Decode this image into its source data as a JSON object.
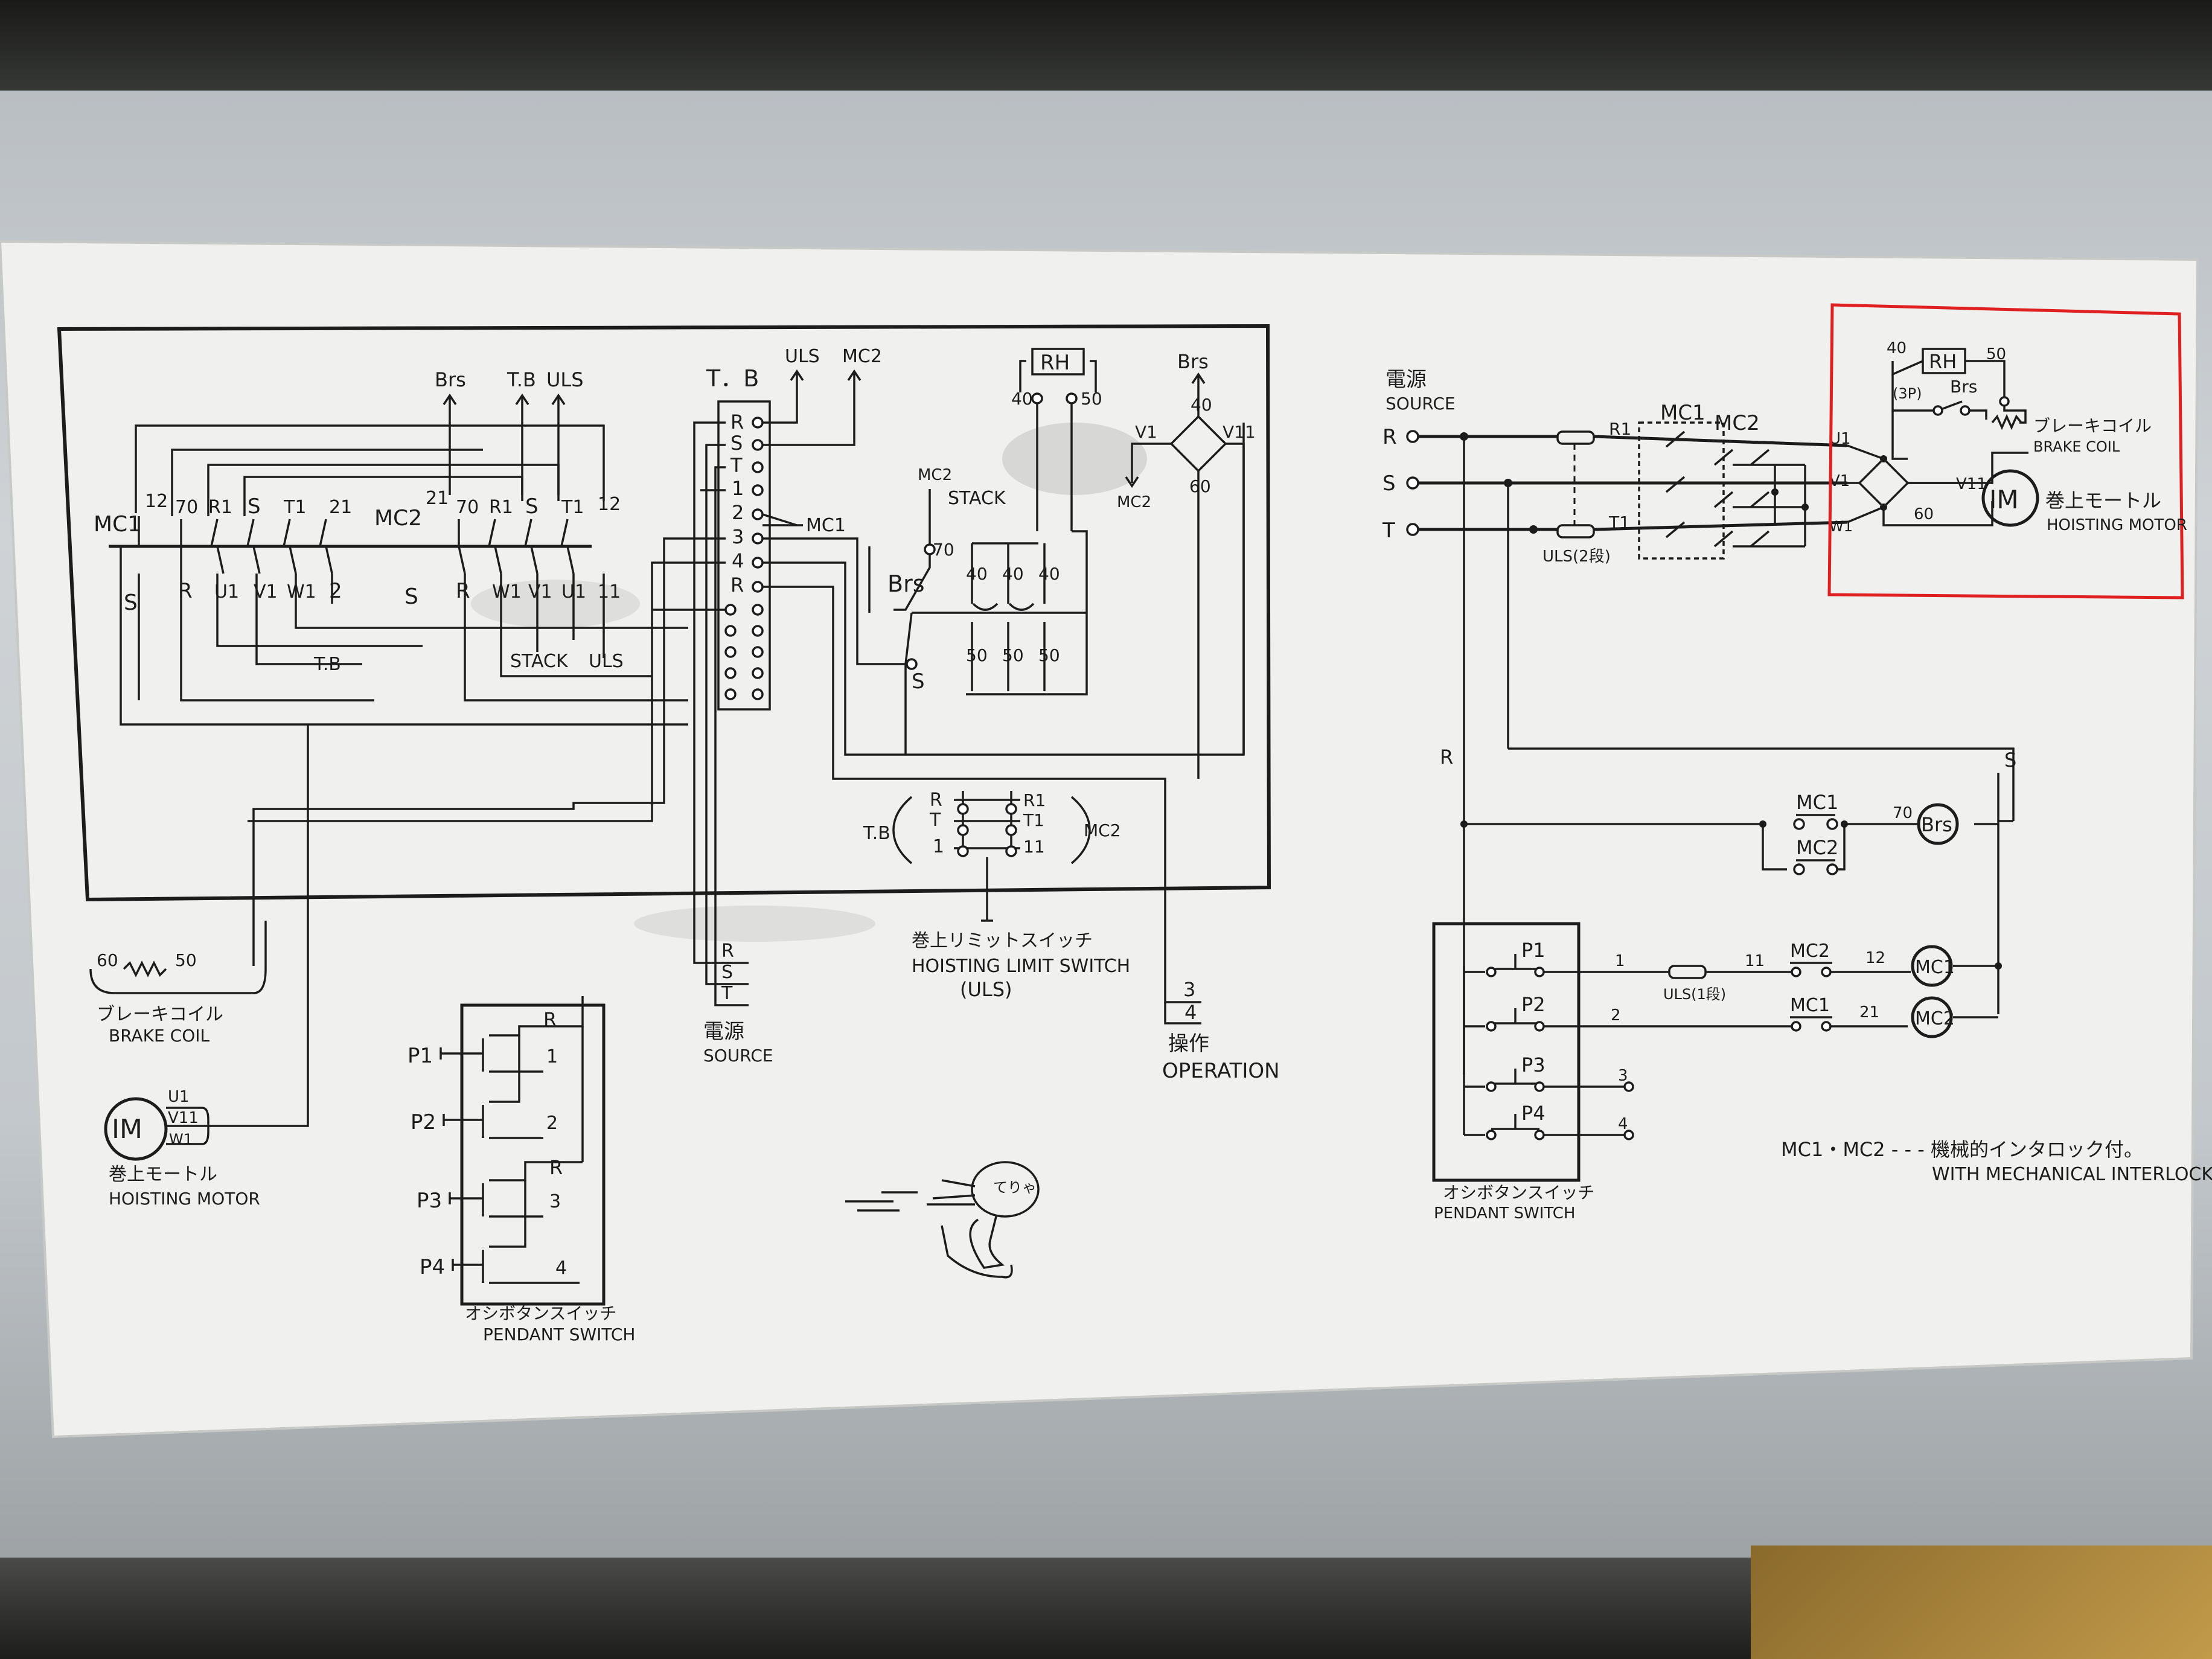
{
  "left": {
    "mc1": "MC1",
    "mc2": "MC2",
    "mc1_labels": [
      "12",
      "70",
      "R1",
      "S",
      "T1",
      "21"
    ],
    "mc1_bottom": [
      "S",
      "R",
      "U1",
      "V1",
      "W1",
      "2"
    ],
    "mc2_labels": [
      "21",
      "70",
      "R1",
      "S",
      "T1",
      "12"
    ],
    "mc2_bottom": [
      "S",
      "R",
      "W1",
      "V1",
      "U1",
      "11"
    ],
    "top_arrows": [
      "Brs",
      "T.B",
      "ULS"
    ],
    "tb_label": "T.B",
    "stack_label": "STACK",
    "uls_label": "ULS"
  },
  "tb": {
    "title": "T．B",
    "terminals": [
      "R",
      "S",
      "T",
      "1",
      "2",
      "3",
      "4",
      "R"
    ],
    "arrow_uls": "ULS",
    "arrow_mc2": "MC2",
    "arrow_mc1": "MC1"
  },
  "rh_block": {
    "rh": "RH",
    "n40": "40",
    "n50": "50",
    "mc2": "MC2",
    "stack": "STACK",
    "n70": "70",
    "brs": "Brs",
    "s": "S",
    "top": [
      "40",
      "40",
      "40"
    ],
    "bottom": [
      "50",
      "50",
      "50"
    ]
  },
  "bridge": {
    "brs": "Brs",
    "n40": "40",
    "v1": "V1",
    "v11": "V11",
    "n60": "60",
    "mc2": "MC2"
  },
  "uls_box": {
    "tb": "T.B",
    "mc2": "MC2",
    "left": [
      "R",
      "T",
      "1"
    ],
    "right": [
      "R1",
      "T1",
      "11"
    ],
    "title_jp": "巻上リミットスイッチ",
    "title_en": "HOISTING LIMIT SWITCH",
    "title_abbr": "(ULS)"
  },
  "left_bottom": {
    "brake_nums": [
      "60",
      "50"
    ],
    "brake_jp": "ブレーキコイル",
    "brake_en": "BRAKE COIL",
    "motor_im": "IM",
    "motor_terms": [
      "U1",
      "V11",
      "W1"
    ],
    "motor_jp": "巻上モートル",
    "motor_en": "HOISTING MOTOR",
    "pendant_p": [
      "P1",
      "P2",
      "P3",
      "P4"
    ],
    "pendant_nums": [
      "R",
      "1",
      "2",
      "R",
      "3",
      "4"
    ],
    "pendant_jp": "オシボタンスイッチ",
    "pendant_en": "PENDANT SWITCH",
    "source_rst": [
      "R",
      "S",
      "T"
    ],
    "source_jp": "電源",
    "source_en": "SOURCE",
    "op_nums": [
      "3",
      "4"
    ],
    "op_jp": "操作",
    "op_en": "OPERATION",
    "doodle_text": "てりゃ"
  },
  "right": {
    "source_jp": "電源",
    "source_en": "SOURCE",
    "phases": [
      "R",
      "S",
      "T"
    ],
    "r1": "R1",
    "t1": "T1",
    "mc1": "MC1",
    "mc2": "MC2",
    "uls": "ULS(2段)",
    "motor_terms": [
      "U1",
      "V1",
      "W1"
    ],
    "rh": "RH",
    "n40": "40",
    "n50": "50",
    "p3": "(3P)",
    "brs": "Brs",
    "brake_jp": "ブレーキコイル",
    "brake_en": "BRAKE COIL",
    "v11": "V11",
    "n60": "60",
    "im": "IM",
    "motor_jp": "巻上モートル",
    "motor_en": "HOISTING MOTOR",
    "r_label": "R",
    "s_label": "S",
    "ctl_mc1": "MC1",
    "ctl_mc2": "MC2",
    "n70": "70",
    "brs_coil": "Brs",
    "p1": "P1",
    "p2": "P2",
    "p3b": "P3",
    "p4": "P4",
    "n1": "1",
    "uls1": "ULS(1段)",
    "n11": "11",
    "mc2b": "MC2",
    "n12": "12",
    "coil1": "MC1",
    "n2": "2",
    "mc1b": "MC1",
    "n21": "21",
    "coil2": "MC2",
    "n3": "3",
    "n4": "4",
    "pendant_jp": "オシボタンスイッチ",
    "pendant_en": "PENDANT SWITCH",
    "interlock_jp": "MC1・MC2 - - - 機械的インタロック付。",
    "interlock_en": "WITH MECHANICAL INTERLOCK."
  },
  "colors": {
    "ink": "#1c1c1c",
    "paper": "#f1f2f0",
    "highlight": "#e02020"
  }
}
